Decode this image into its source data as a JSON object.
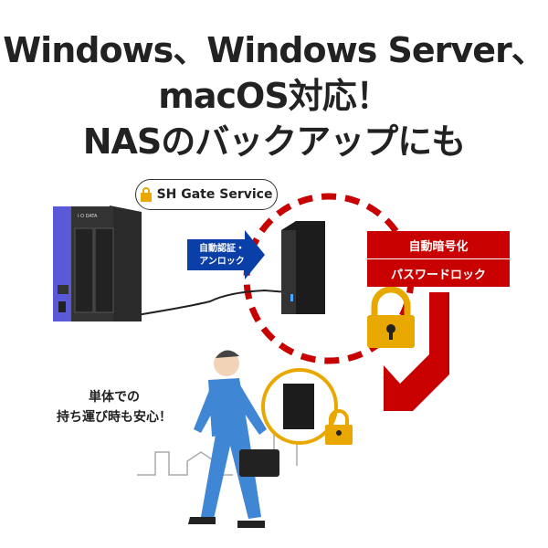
{
  "headline": {
    "line1": "Windows、Windows Server、",
    "line2": "macOS対応！",
    "line3": "NASのバックアップにも"
  },
  "badge": {
    "label": "SH Gate Service",
    "icon": "padlock-icon"
  },
  "arrow_label": {
    "line1": "自動認証・",
    "line2": "アンロック"
  },
  "features": [
    "自動暗号化",
    "パスワードロック"
  ],
  "nas_brand": "I·O DATA",
  "note": {
    "line1": "単体での",
    "line2": "持ち運び時も安心！"
  },
  "colors": {
    "red": "#c80000",
    "blue": "#0a3fa8",
    "gold": "#e8a800",
    "nas_panel": "#5a5ad8"
  }
}
